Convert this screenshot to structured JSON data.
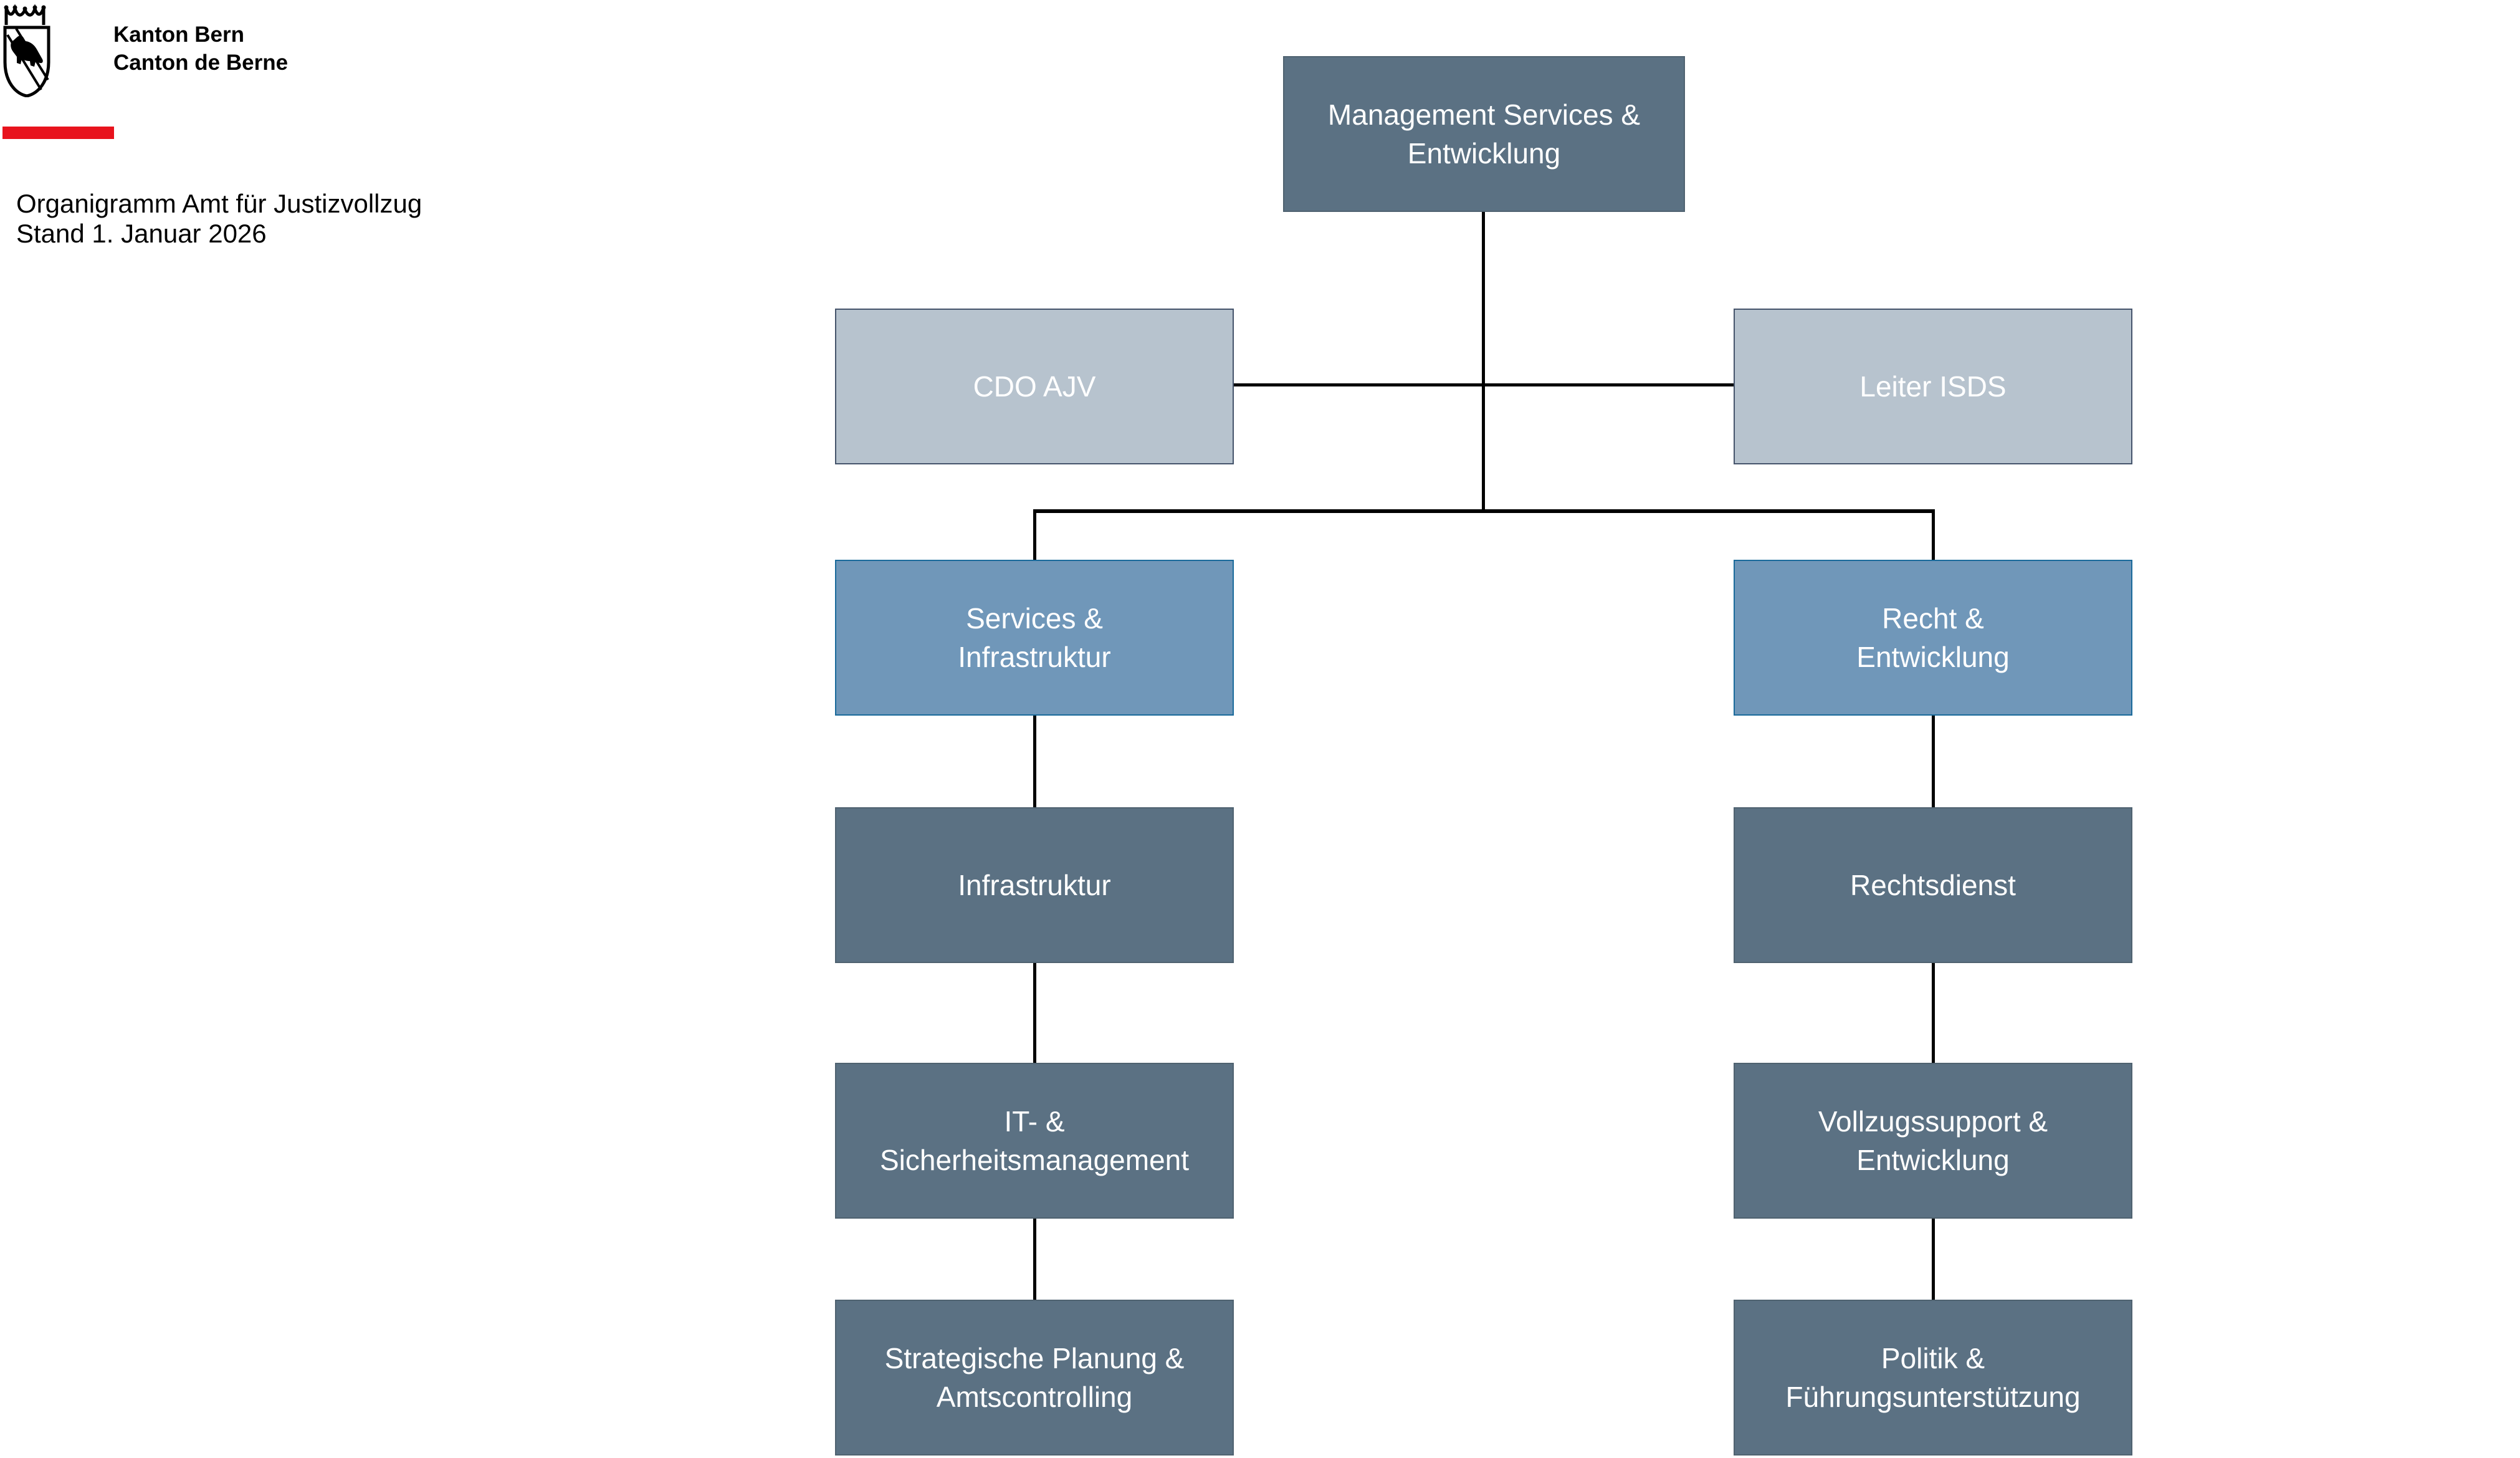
{
  "letterhead": {
    "logo_lines": "Kanton Bern\nCanton de Berne",
    "crest_icon": "bern-bear-crest-icon",
    "divider_color": "#e8131d"
  },
  "document": {
    "title": "Organigramm Amt für Justizvollzug\nStand 1. Januar 2026"
  },
  "colors": {
    "node_dark_fill": "#5b7183",
    "node_dark_border": "#4f6270",
    "node_medium_fill": "#7097b9",
    "node_medium_border": "#1a6a9b",
    "node_light_fill": "#b7c3ce",
    "node_light_border": "#45546b",
    "node_text": "#ffffff",
    "connector_line": "#000000",
    "background": "#ffffff"
  },
  "org": {
    "top": {
      "label": "Management Services &\nEntwicklung",
      "variant": "dark"
    },
    "staff_left": {
      "label": "CDO AJV",
      "variant": "light"
    },
    "staff_right": {
      "label": "Leiter ISDS",
      "variant": "light"
    },
    "left_branch": [
      {
        "label": "Services &\nInfrastruktur",
        "variant": "medium"
      },
      {
        "label": "Infrastruktur",
        "variant": "dark"
      },
      {
        "label": "IT- &\nSicherheitsmanagement",
        "variant": "dark"
      },
      {
        "label": "Strategische Planung &\nAmtscontrolling",
        "variant": "dark"
      }
    ],
    "right_branch": [
      {
        "label": "Recht &\nEntwicklung",
        "variant": "medium"
      },
      {
        "label": "Rechtsdienst",
        "variant": "dark"
      },
      {
        "label": "Vollzugssupport &\nEntwicklung",
        "variant": "dark"
      },
      {
        "label": "Politik &\nFührungsunterstützung",
        "variant": "dark"
      }
    ]
  }
}
